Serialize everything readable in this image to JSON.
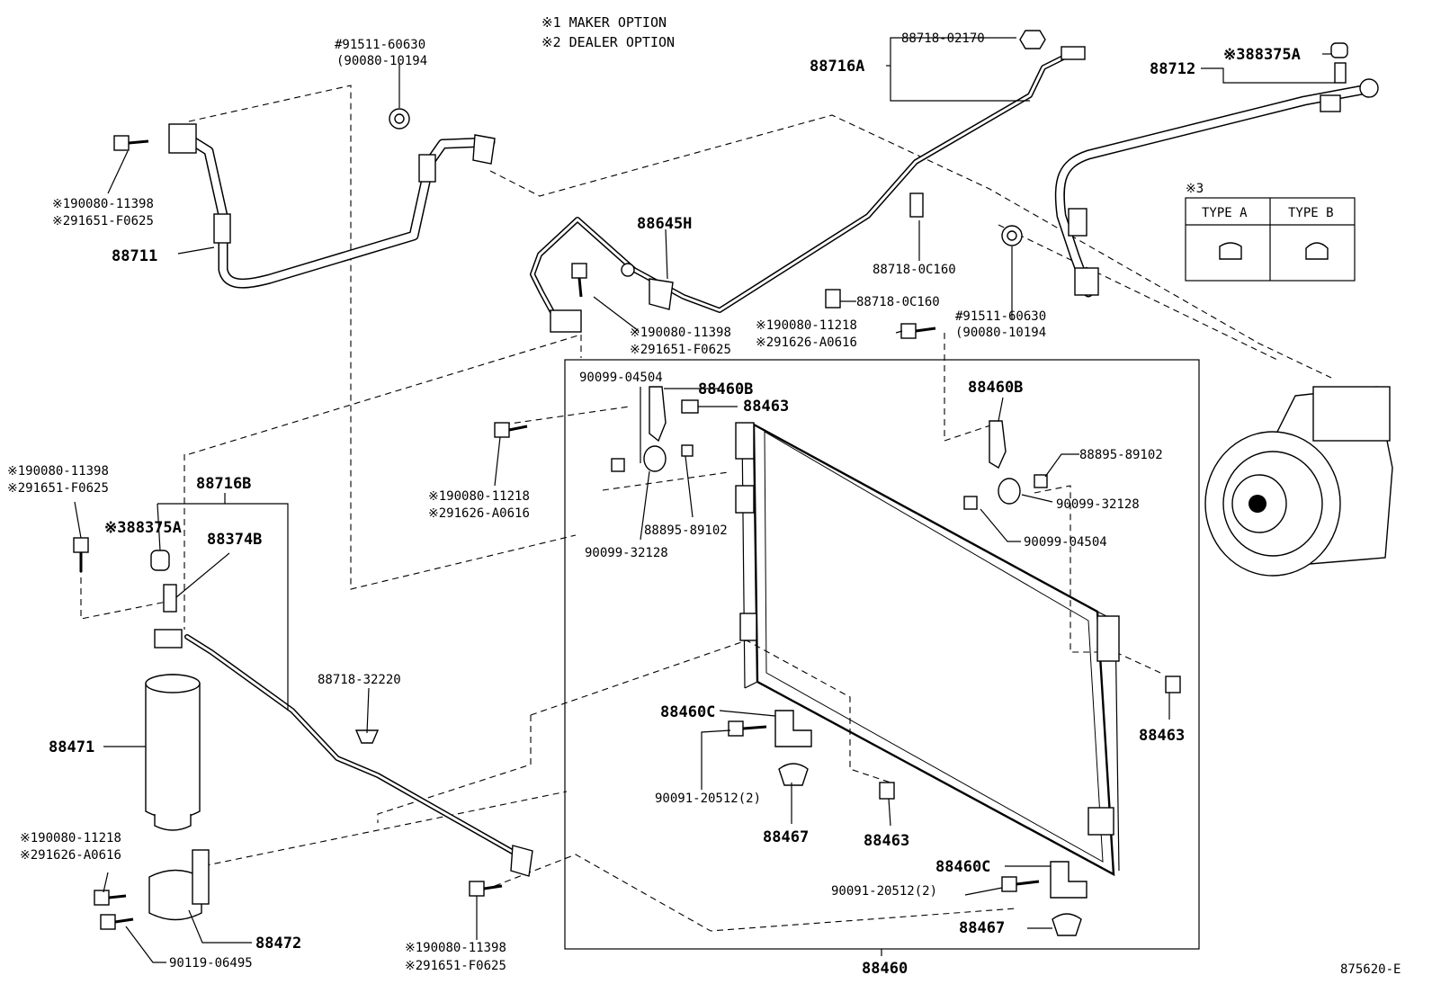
{
  "notes": {
    "maker": "※1 MAKER OPTION",
    "dealer": "※2 DEALER OPTION"
  },
  "type_table": {
    "marker": "※3",
    "col_a": "TYPE A",
    "col_b": "TYPE B"
  },
  "labels": {
    "l_91511_top": "#91511-60630",
    "l_90080_10194_top": "(90080-10194",
    "l_88718_02170": "88718-02170",
    "l_88716A": "88716A",
    "l_88712": "88712",
    "l_88375A_top": "※388375A",
    "l_90080_11398_a": "※190080-11398",
    "l_91651_a": "※291651-F0625",
    "l_88711": "88711",
    "l_88645H": "88645H",
    "l_88718_0C160_a": "88718-0C160",
    "l_88718_0C160_b": "88718-0C160",
    "l_90080_11218_a": "※190080-11218",
    "l_91626_a": "※291626-A0616",
    "l_91511_right": "#91511-60630",
    "l_90080_10194_right": "(90080-10194",
    "l_90080_11398_b": "※190080-11398",
    "l_91651_b": "※291651-F0625",
    "l_90099_04504_a": "90099-04504",
    "l_88460B_a": "88460B",
    "l_88463_a": "88463",
    "l_88460B_b": "88460B",
    "l_88895_a": "88895-89102",
    "l_90099_32128_a": "90099-32128",
    "l_90099_04504_b": "90099-04504",
    "l_90080_11218_b": "※190080-11218",
    "l_91626_b": "※291626-A0616",
    "l_88895_b": "88895-89102",
    "l_90099_32128_b": "90099-32128",
    "l_90080_11398_c": "※190080-11398",
    "l_91651_c": "※291651-F0625",
    "l_88716B": "88716B",
    "l_88375A_left": "※388375A",
    "l_88374B": "88374B",
    "l_88718_32220": "88718-32220",
    "l_88471": "88471",
    "l_88460C_a": "88460C",
    "l_90091_a": "90091-20512(2)",
    "l_88467_a": "88467",
    "l_88463_b": "88463",
    "l_88463_c": "88463",
    "l_88460C_b": "88460C",
    "l_90091_b": "90091-20512(2)",
    "l_88467_b": "88467",
    "l_90080_11218_c": "※190080-11218",
    "l_91626_c": "※291626-A0616",
    "l_88472": "88472",
    "l_90119": "90119-06495",
    "l_90080_11398_d": "※190080-11398",
    "l_91651_d": "※291651-F0625",
    "l_88460": "88460",
    "l_fig": "875620-E"
  }
}
